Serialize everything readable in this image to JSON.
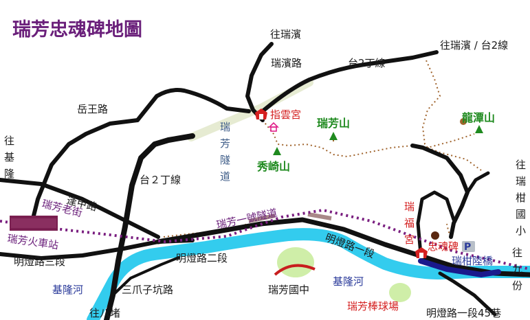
{
  "map": {
    "title": "瑞芳忠魂碑地圖",
    "labels": {
      "to_ruibin_top": "往瑞濱",
      "ruibin_road": "瑞濱路",
      "route2_top": "台2丁線",
      "to_ruibin_route2": "往瑞濱 / 台2線",
      "yuewang_road": "岳王路",
      "zhiyun_temple": "指雲宮",
      "ruifang_mtn": "瑞芳山",
      "longtan_mtn": "龍潭山",
      "xiuqi_mtn": "秀崎山",
      "ruifang_tunnel_1": "瑞",
      "ruifang_tunnel_2": "芳",
      "ruifang_tunnel_3": "隧",
      "ruifang_tunnel_4": "道",
      "to_keelung_1": "往",
      "to_keelung_2": "基",
      "to_keelung_3": "隆",
      "route2_mid": "台２丁線",
      "fengjia_road": "逢甲路",
      "ruifang_old_street": "瑞芳老街",
      "ruifang_station": "瑞芳火車站",
      "mingdeng_3": "明燈路三段",
      "tunnel_no1": "瑞芳一號隧道",
      "mingdeng_2": "明燈路二段",
      "mingdeng_1": "明燈路一段",
      "to_ruigan_1": "往",
      "to_ruigan_2": "瑞",
      "to_ruigan_3": "柑",
      "to_ruigan_4": "國",
      "to_ruigan_5": "小",
      "ruifu_1": "瑞",
      "ruifu_2": "福",
      "ruifu_3": "宮",
      "memorial": "忠魂碑",
      "parking": "P",
      "ruigan_bridge": "瑞柑陸橋",
      "to_jiufen_1": "往",
      "to_jiufen_2": "九",
      "to_jiufen_3": "份",
      "keelung_river_left": "基隆河",
      "keelung_river_mid": "基隆河",
      "sanzhazi_road": "三爪子坑路",
      "ruifang_jh": "瑞芳國中",
      "baseball_field": "瑞芳棒球場",
      "to_badu": "往八堵",
      "mingdeng_1_45": "明燈路一段45巷"
    },
    "colors": {
      "title": "#6a1f7a",
      "road": "#111111",
      "river": "#33ccee",
      "trail": "#a0642d",
      "railway": "#7a1f80",
      "tunnel": "#e6ebd2",
      "bridge": "#1a1a8c",
      "mountain": "#1f8a1f",
      "temple": "#d42020",
      "field": "#cfeea8"
    },
    "icons": {
      "temple": "temple-icon",
      "shrine": "shrine-icon",
      "mountain": "mountain-peak-icon",
      "memorial": "memorial-marker-icon",
      "parking": "parking-icon",
      "station": "train-station-icon"
    }
  }
}
